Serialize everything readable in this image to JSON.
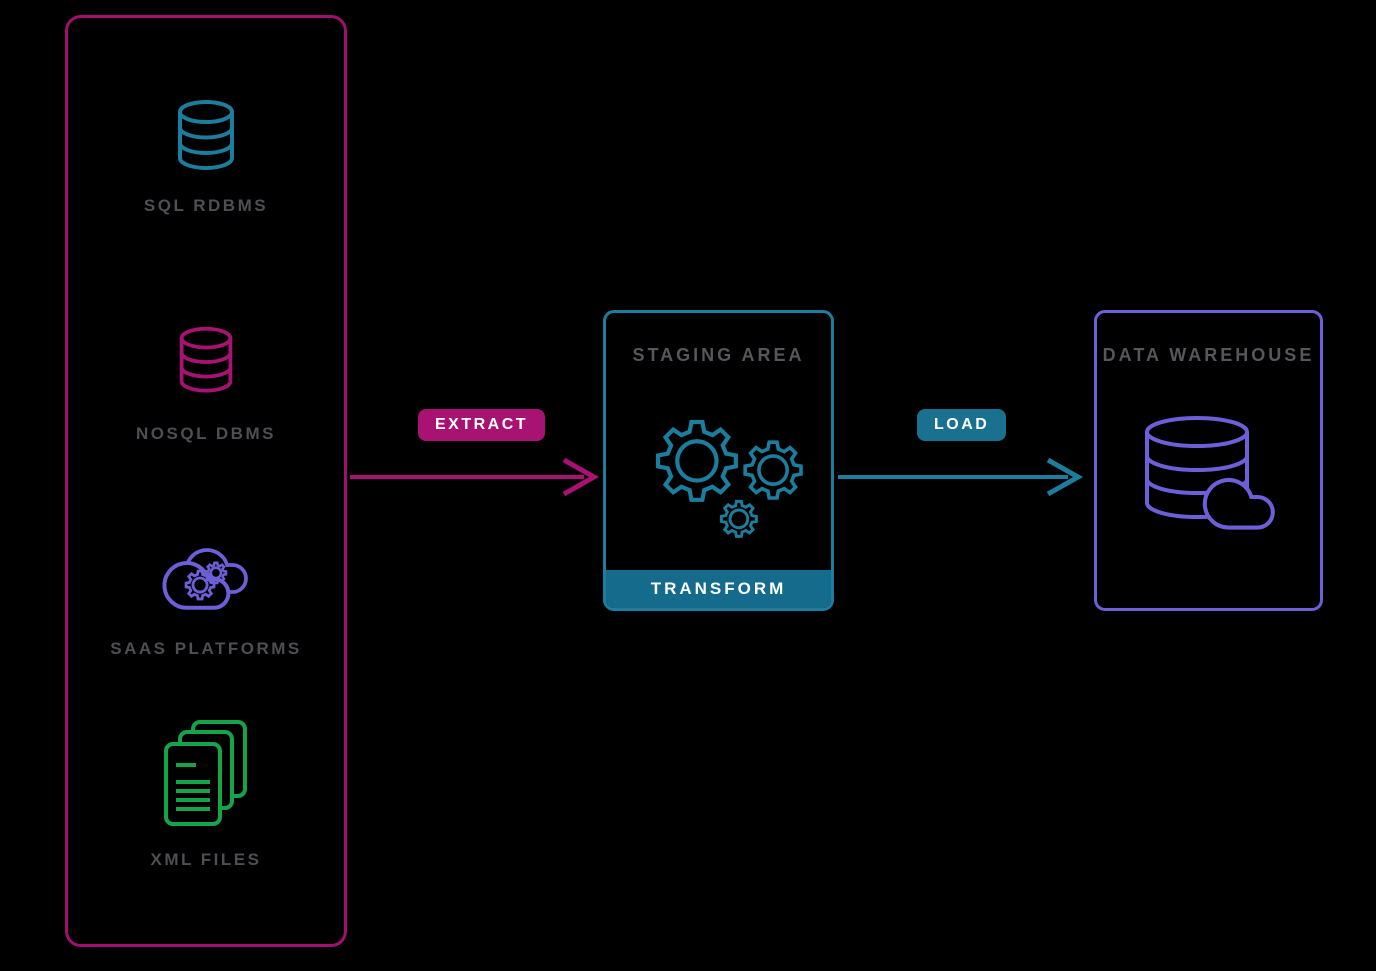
{
  "colors": {
    "background": "#000000",
    "magenta": "#a81272",
    "teal": "#1b7e9e",
    "teal_fill": "#146b8c",
    "purple": "#6c5fd7",
    "green": "#15a44a",
    "label_gray": "#4e4e53",
    "pill_text": "#ffffff"
  },
  "sources_panel": {
    "items": [
      {
        "label": "SQL RDBMS",
        "icon": "database-icon",
        "color": "#1b7e9e"
      },
      {
        "label": "NOSQL DBMS",
        "icon": "database-icon",
        "color": "#a81272"
      },
      {
        "label": "SAAS PLATFORMS",
        "icon": "cloud-gears-icon",
        "color": "#6c5fd7"
      },
      {
        "label": "XML FILES",
        "icon": "documents-icon",
        "color": "#15a44a"
      }
    ]
  },
  "staging": {
    "title": "STAGING AREA",
    "footer_label": "TRANSFORM",
    "icon": "gears-icon"
  },
  "warehouse": {
    "title": "DATA WAREHOUSE",
    "icon": "database-cloud-icon"
  },
  "flows": {
    "extract": {
      "label": "EXTRACT",
      "color": "#a81272"
    },
    "load": {
      "label": "LOAD",
      "color": "#1b7e9e"
    }
  }
}
